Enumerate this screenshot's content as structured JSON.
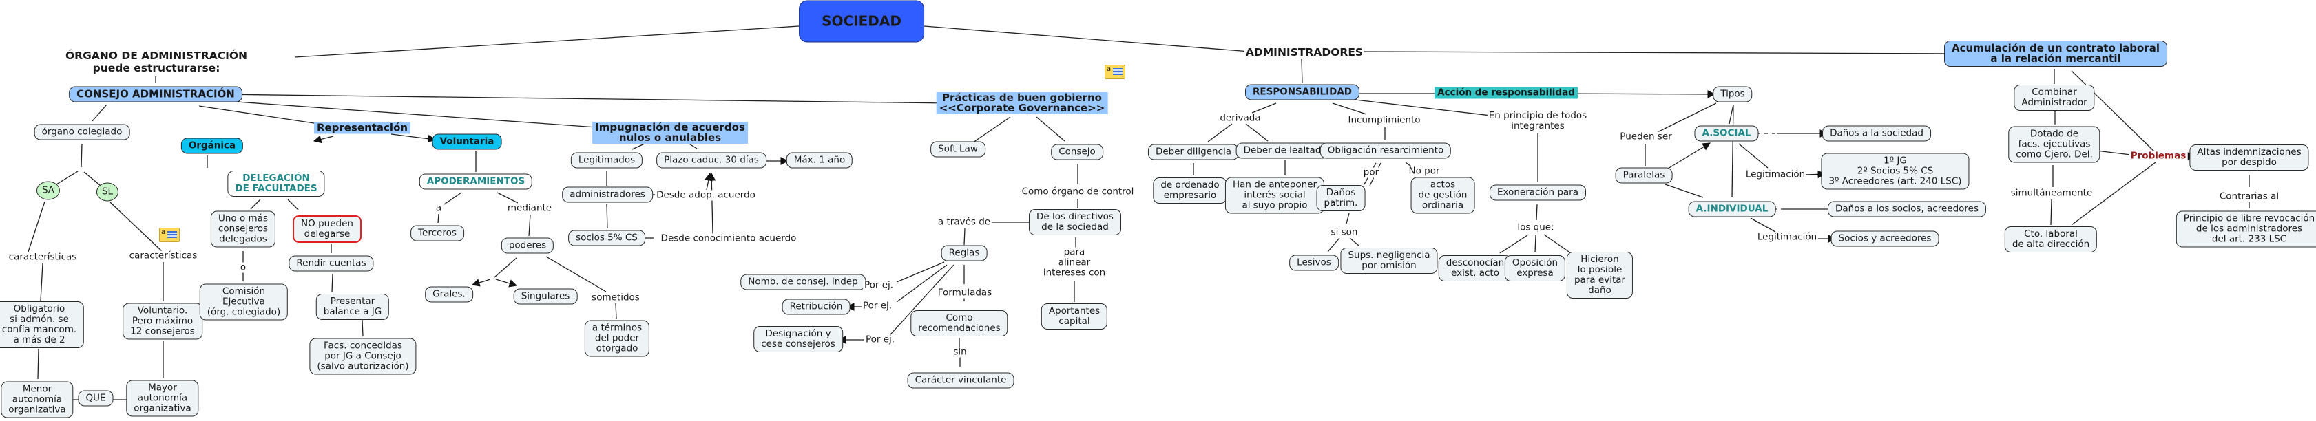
{
  "title": "SOCIEDAD",
  "colors": {
    "root": "#2f5dff",
    "primary_node": "#99c7ff",
    "representation_node": "#0bc2f0",
    "concept_node": "#eef3f6",
    "circle_node": "#c8f5c8",
    "highlight_teal": "#33c4c4",
    "warning_border": "#e02020",
    "teal_text": "#1f8a8a",
    "problem_text": "#9b1a1a"
  },
  "nodes": {
    "sociedad": "SOCIEDAD",
    "organo_admin": "ÓRGANO DE ADMINISTRACIÓN\npuede estructurarse:",
    "consejo_admin": "CONSEJO ADMINISTRACIÓN",
    "organo_colegiado": "órgano colegiado",
    "sa": "SA",
    "sl": "SL",
    "caracteristicas_sa": "características",
    "caracteristicas_sl": "características",
    "obligatorio": "Obligatorio\nsi admón. se\nconfía mancom.\na más de 2",
    "voluntario": "Voluntario.\nPero máximo\n12 consejeros",
    "menor_autonomia": "Menor\nautonomía\norganizativa",
    "que": "QUE",
    "mayor_autonomia": "Mayor\nautonomía\norganizativa",
    "representacion": "Representación",
    "organica": "Orgánica",
    "voluntaria": "Voluntaria",
    "delegacion": "DELEGACIÓN\nDE FACULTADES",
    "uno_o_mas": "Uno o más\nconsejeros\ndelegados",
    "o": "o",
    "comision": "Comisión\nEjecutiva\n(órg. colegiado)",
    "no_pueden": "NO pueden\ndelegarse",
    "rendir_cuentas": "Rendir cuentas",
    "presentar_balance": "Presentar\nbalance a JG",
    "facs_concedidas": "Facs. concedidas\npor JG a Consejo\n(salvo autorización)",
    "apoderamientos": "APODERAMIENTOS",
    "a": "a",
    "terceros": "Terceros",
    "mediante": "mediante",
    "poderes": "poderes",
    "grales": "Grales.",
    "singulares": "Singulares",
    "sometidos": "sometidos",
    "a_terminos": "a términos\ndel poder\notorgado",
    "impugnacion": "Impugnación de acuerdos\nnulos o anulables",
    "legitimados": "Legitimados",
    "administradores_leg": "administradores",
    "socios_5": "socios 5% CS",
    "plazo": "Plazo caduc. 30 días",
    "max_1": "Máx. 1 año",
    "desde_adop": "Desde adop. acuerdo",
    "desde_conoc": "Desde conocimiento acuerdo",
    "practicas": "Prácticas de buen gobierno\n<<Corporate Governance>>",
    "soft_law": "Soft Law",
    "consejo": "Consejo",
    "como_organo": "Como órgano de control",
    "de_los_directivos": "De los directivos\nde la sociedad",
    "a_traves": "a través de",
    "reglas": "Reglas",
    "para_alinear": "para\nalinear\nintereses con",
    "aportantes": "Aportantes\ncapital",
    "nomb_consej": "Nomb. de consej. indep",
    "retribucion": "Retribución",
    "designacion": "Designación y\ncese consejeros",
    "por_ej_1": "Por ej.",
    "por_ej_2": "Por ej.",
    "por_ej_3": "Por ej.",
    "formuladas": "Formuladas",
    "como_recom": "Como\nrecomendaciones",
    "sin": "sin",
    "caracter_vinc": "Carácter vinculante",
    "administradores": "ADMINISTRADORES",
    "responsabilidad": "RESPONSABILIDAD",
    "derivada": "derivada",
    "deber_diligencia": "Deber diligencia",
    "deber_lealtad": "Deber de lealtad",
    "de_ordenado": "de ordenado\nempresario",
    "han_de_anteponer": "Han de anteponer\ninterés social\nal suyo propio",
    "incumplimiento": "Incumplimiento",
    "obligacion": "Obligación resarcimiento",
    "por": "por",
    "no_por": "No por",
    "danos_patrim": "Daños\npatrim.",
    "actos_gestion": "actos\nde gestión\nordinaria",
    "si_son": "si son",
    "lesivos": "Lesivos",
    "sups_negligencia": "Sups. negligencia\npor omisión",
    "accion_resp": "Acción de responsabilidad",
    "en_principio": "En principio de todos\nintegrantes",
    "exoneracion": "Exoneración para",
    "los_que": "los que:",
    "desconocian": "desconocían\nexist. acto",
    "oposicion": "Oposición\nexpresa",
    "hicieron": "Hicieron\nlo posible\npara evitar\ndaño",
    "tipos": "Tipos",
    "pueden_ser": "Pueden ser",
    "paralelas": "Paralelas",
    "a_social": "A.SOCIAL",
    "a_individual": "A.INDIVIDUAL",
    "danos_sociedad": "Daños a la sociedad",
    "legitimacion_1": "Legitimación",
    "legitimacion_social": "1º JG\n2º Socios 5% CS\n3º Acreedores (art. 240 LSC)",
    "danos_socios": "Daños a los socios, acreedores",
    "legitimacion_2": "Legitimación",
    "socios_acreedores": "Socios y acreedores",
    "acumulacion": "Acumulación de un contrato laboral\na la relación mercantil",
    "combinar": "Combinar\nAdministrador",
    "dotado": "Dotado de\nfacs. ejecutivas\ncomo Cjero. Del.",
    "simultaneamente": "simultáneamente",
    "cto_laboral": "Cto. laboral\nde alta dirección",
    "problemas": "Problemas",
    "altas_indemn": "Altas indemnizaciones\npor despido",
    "contrarias": "Contrarias al",
    "principio_libre": "Principio de libre revocación\nde los administradores\ndel art. 233 LSC"
  },
  "notes": {
    "icon": "annotation-note-icon",
    "glyph": "a"
  }
}
